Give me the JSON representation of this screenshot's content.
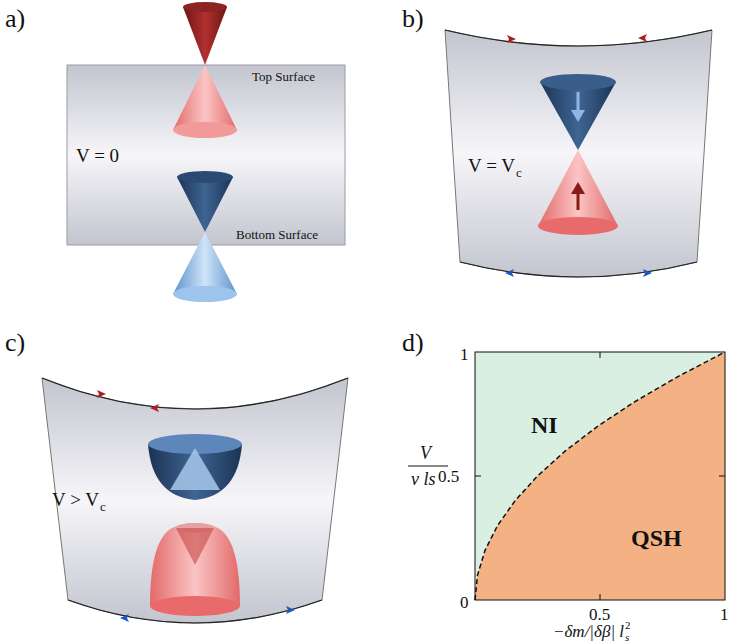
{
  "diagram": {
    "labels": [
      "a)",
      "b)",
      "c)",
      "d)",
      "Top Surface",
      "Bottom Surface",
      "V = 0",
      "V = V",
      "c",
      "V > V",
      "c",
      "NI",
      "QSH",
      "V",
      "v ls",
      "0",
      "0.5",
      "1",
      "0.5",
      "1",
      "−δm/|δβ| l",
      "2",
      "s"
    ]
  }
}
